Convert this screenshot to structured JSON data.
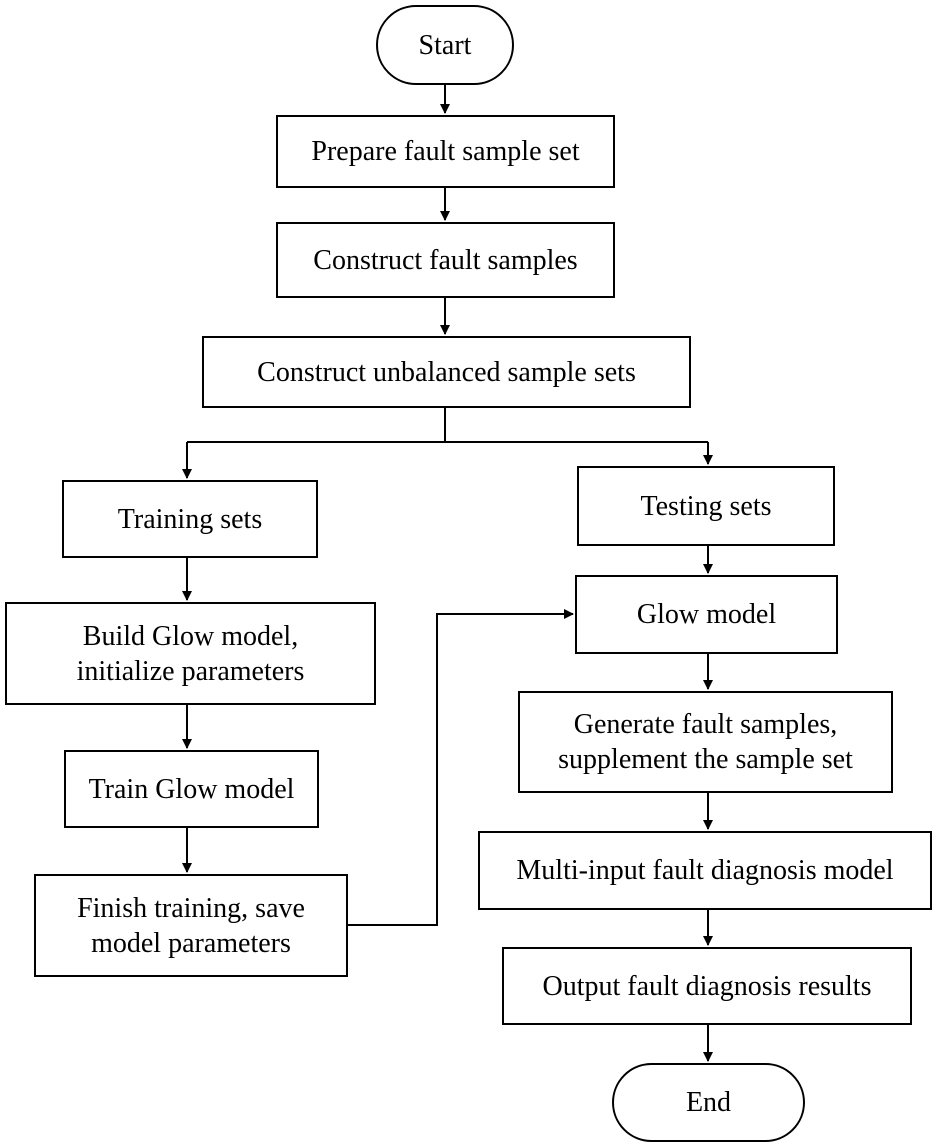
{
  "nodes": {
    "start": "Start",
    "prepare": "Prepare  fault sample set",
    "construct_samples": "Construct fault samples",
    "construct_unbalanced": "Construct  unbalanced sample sets",
    "training_sets": "Training sets",
    "testing_sets": "Testing sets",
    "build_glow": "Build Glow model,\ninitialize parameters",
    "glow_model": "Glow model",
    "train_glow": "Train Glow model",
    "generate_samples": "Generate fault samples,\nsupplement the sample set",
    "finish_training": "Finish training, save\nmodel parameters",
    "multi_input": "Multi-input fault diagnosis model",
    "output_results": "Output fault diagnosis results",
    "end": "End"
  }
}
